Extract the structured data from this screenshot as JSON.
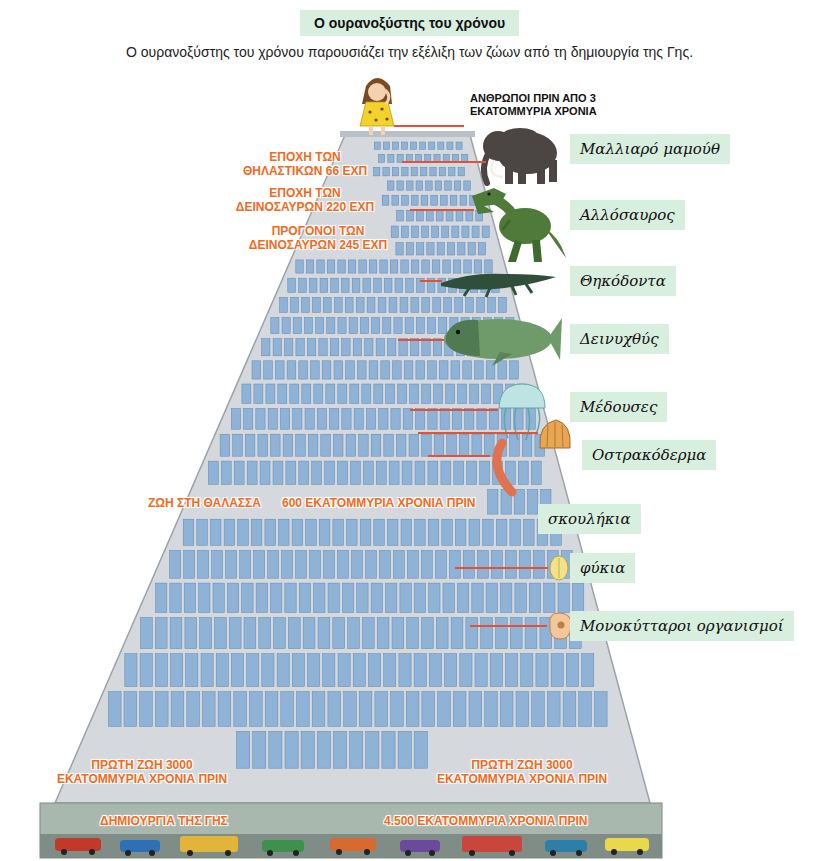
{
  "diagram": {
    "title": "Ο ουρανοξύστης του χρόνου",
    "caption": "Ο ουρανοξύστης του χρόνου παρουσιάζει την εξέλιξη των ζώων από τη δημιουργία της Γης.",
    "nodes": [
      {
        "text": [
          "Μαλλιαρό μαμούθ"
        ]
      },
      {
        "text": [
          "Αλλόσαυρος"
        ]
      },
      {
        "text": [
          "Θηκόδοντα"
        ]
      },
      {
        "text": [
          "Δεινυχθύς"
        ]
      },
      {
        "text": [
          "Μέδουσες"
        ]
      },
      {
        "text": [
          "Οστρακόδερμα"
        ]
      },
      {
        "text": [
          "σκουλήκια"
        ]
      },
      {
        "text": [
          "φύκια"
        ]
      },
      {
        "text": [
          "Μονοκύτταροι οργανισμοί"
        ]
      }
    ],
    "labels": [
      "ΑΝΘΡΩΠΟΙ ΠΡΙΝ ΑΠΟ 3 ΕΚΑΤΟΜΜΥΡΙΑ ΧΡΟΝΙΑ",
      "ΕΠΟΧΗ ΤΩΝ ΘΗΛΑΣΤΙΚΩΝ 66 ΕΧΠ",
      "ΕΠΟΧΗ ΤΩΝ ΔΕΙΝΟΣΑΥΡΩΝ 220 ΕΧΠ",
      "ΠΡΟΓΟΝΟΙ ΤΩΝ ΔΕΙΝΟΣΑΥΡΩΝ 245 ΕΧΠ",
      "ΖΩΗ ΣΤΗ ΘΑΛΑΣΣΑ",
      "600 ΕΚΑΤΟΜΜΥΡΙΑ ΧΡΟΝΙΑ ΠΡΙΝ",
      "ΠΡΩΤΗ ΖΩΗ 3000 ΕΚΑΤΟΜΜΥΡΙΑ ΧΡΟΝΙΑ ΠΡΙΝ",
      "ΠΡΩΤΗ ΖΩΗ 3000 ΕΚΑΤΟΜΜΥΡΙΑ ΧΡΟΝΙΑ ΠΡΙΝ",
      "ΔΗΜΙΟΥΡΓΙΑ ΤΗΣ ΓΗΣ",
      "4.500 ΕΚΑΤΟΜΜΥΡΙΑ ΧΡΟΝΙΑ ΠΡΙΝ"
    ]
  }
}
